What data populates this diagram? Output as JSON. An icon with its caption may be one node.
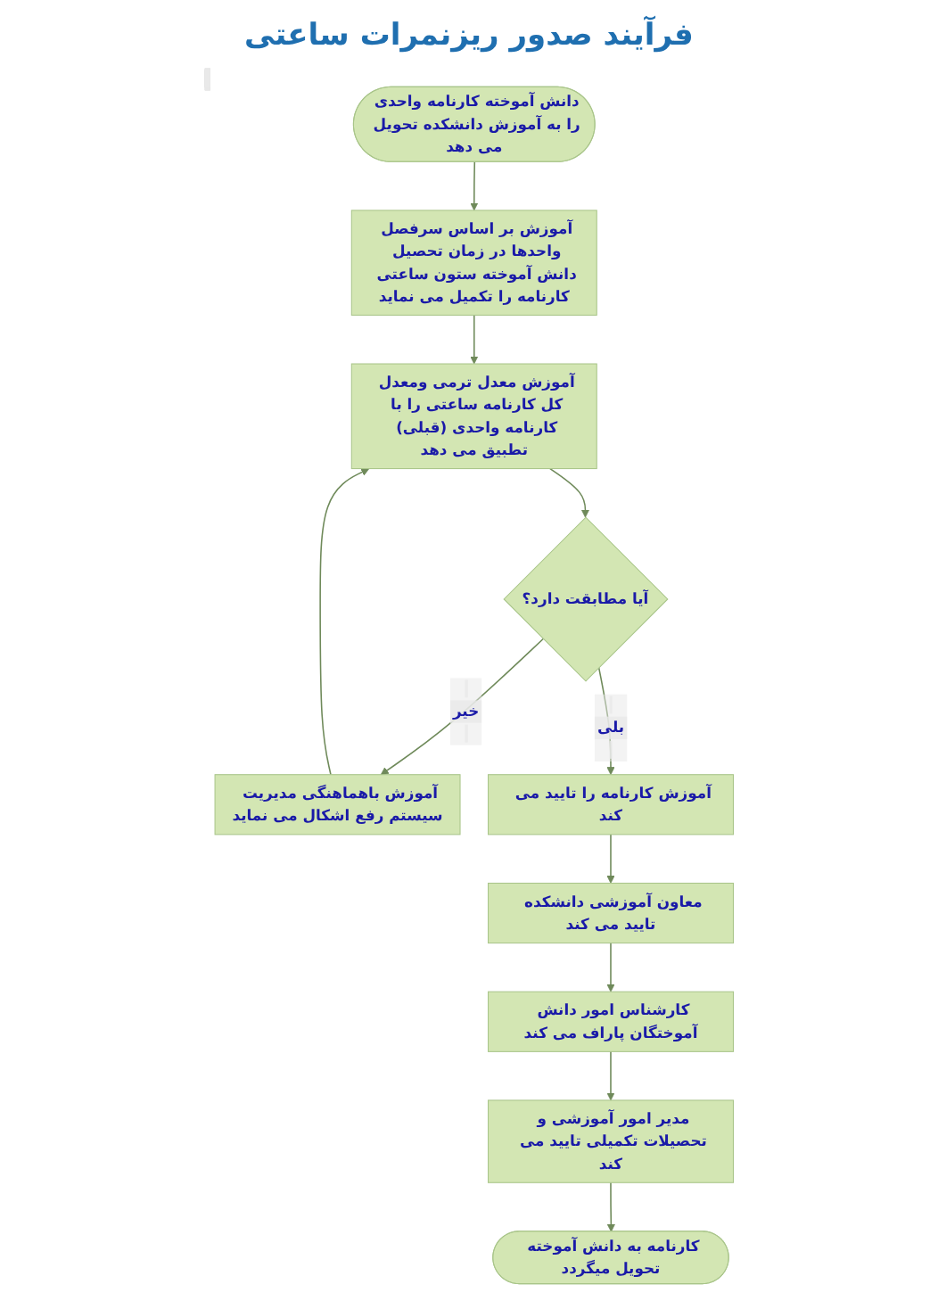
{
  "diagram": {
    "title": "فرآیند صدور ریزنمرات ساعتی",
    "nodes": [
      {
        "text": [
          "دانش آموخته کارنامه واحدی را به آموزش دانشکده تحویل می دهد"
        ]
      },
      {
        "text": [
          "آموزش بر اساس سرفصل واحدها در زمان تحصیل دانش آموخته ستون ساعتی کارنامه را تکمیل می نماید"
        ]
      },
      {
        "text": [
          "آموزش معدل ترمی ومعدل کل کارنامه ساعتی را با کارنامه واحدی (قبلی) تطبیق می دهد"
        ]
      },
      {
        "text": [
          "آیا مطابقت دارد؟"
        ]
      },
      {
        "text": [
          "آموزش باهماهنگی مدیریت سیستم رفع اشکال می نماید"
        ]
      },
      {
        "text": [
          "آموزش کارنامه را تایید می کند"
        ]
      },
      {
        "text": [
          "معاون آموزشی دانشکده تایید می کند"
        ]
      },
      {
        "text": [
          "کارشناس امور دانش آموختگان پاراف می کند"
        ]
      },
      {
        "text": [
          "مدیر امور آموزشی و تحصیلات تکمیلی تایید می کند"
        ]
      },
      {
        "text": [
          "کارنامه به دانش آموخته تحویل میگردد"
        ]
      }
    ],
    "edges": [
      {
        "from": 0,
        "to": 1,
        "arrow": "to"
      },
      {
        "from": 1,
        "to": 2,
        "arrow": "to"
      },
      {
        "from": 2,
        "to": 3,
        "arrow": "to"
      },
      {
        "from": 3,
        "to": 4,
        "arrow": "to",
        "label": "خیر"
      },
      {
        "from": 4,
        "to": 2,
        "arrow": "to"
      },
      {
        "from": 3,
        "to": 5,
        "arrow": "to",
        "label": "بلی"
      },
      {
        "from": 5,
        "to": 6,
        "arrow": "to"
      },
      {
        "from": 6,
        "to": 7,
        "arrow": "to"
      },
      {
        "from": 7,
        "to": 8,
        "arrow": "to"
      },
      {
        "from": 8,
        "to": 9,
        "arrow": "to"
      }
    ]
  }
}
